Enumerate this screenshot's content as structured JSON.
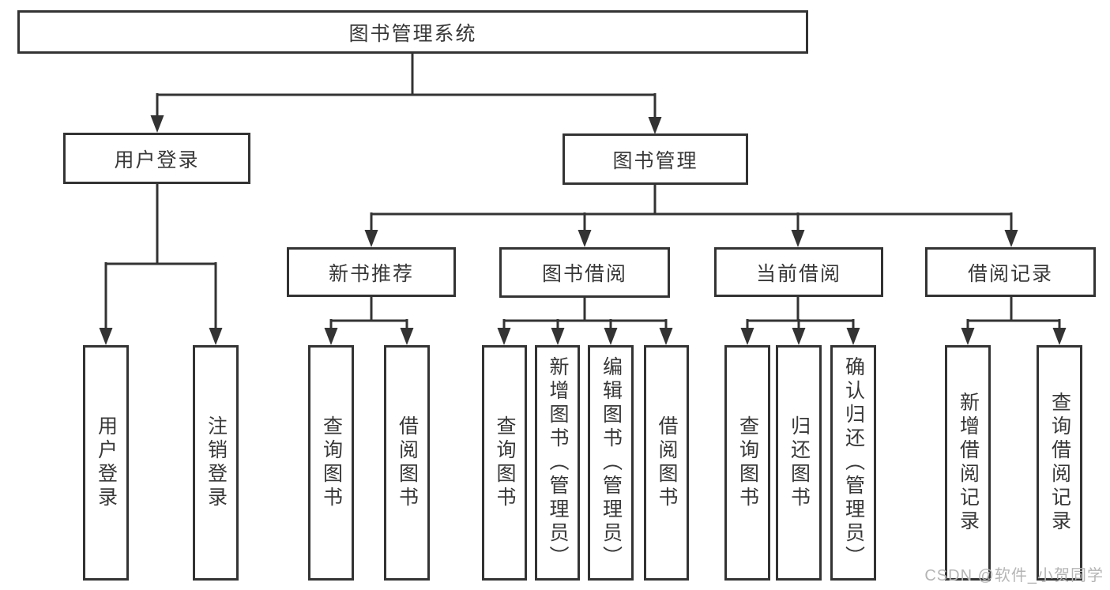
{
  "diagram": {
    "type": "hierarchy-tree",
    "title": "图书管理系统"
  },
  "colors": {
    "line": "#333333",
    "box_border": "#333333",
    "box_fill": "#ffffff",
    "text": "#383838",
    "watermark": "#b5b5b5",
    "background": "#ffffff"
  },
  "nodes": {
    "root": "图书管理系统",
    "level2": [
      "用户登录",
      "图书管理"
    ],
    "level3": [
      "新书推荐",
      "图书借阅",
      "当前借阅",
      "借阅记录"
    ],
    "leaves": {
      "user_login": [
        "用户登录",
        "注销登录"
      ],
      "new_book_rec": [
        "查询图书",
        "借阅图书"
      ],
      "book_borrow": [
        "查询图书",
        "新增图书（管理员）",
        "编辑图书（管理员）",
        "借阅图书"
      ],
      "current_borrow": [
        "查询图书",
        "归还图书",
        "确认归还（管理员）"
      ],
      "borrow_record": [
        "新增借阅记录",
        "查询借阅记录"
      ]
    }
  },
  "watermark": {
    "text": "CSDN @软件_小贺同学"
  }
}
